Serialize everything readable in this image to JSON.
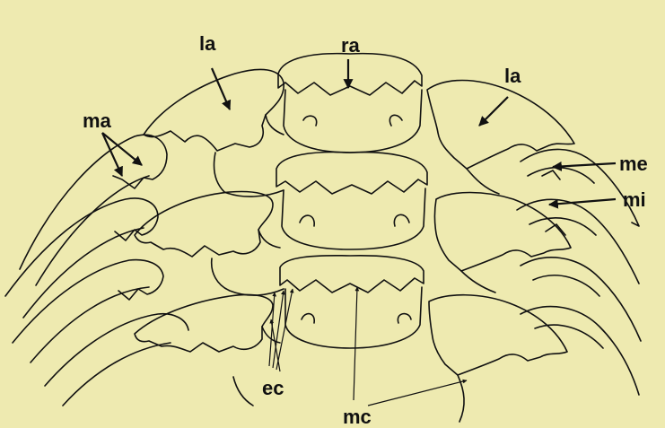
{
  "background_color": "#eeeab0",
  "ink_color": "#111111",
  "labels": {
    "ra": "ra",
    "la_left": "la",
    "la_right": "la",
    "ma": "ma",
    "me": "me",
    "mi": "mi",
    "ec": "ec",
    "mc": "mc"
  }
}
